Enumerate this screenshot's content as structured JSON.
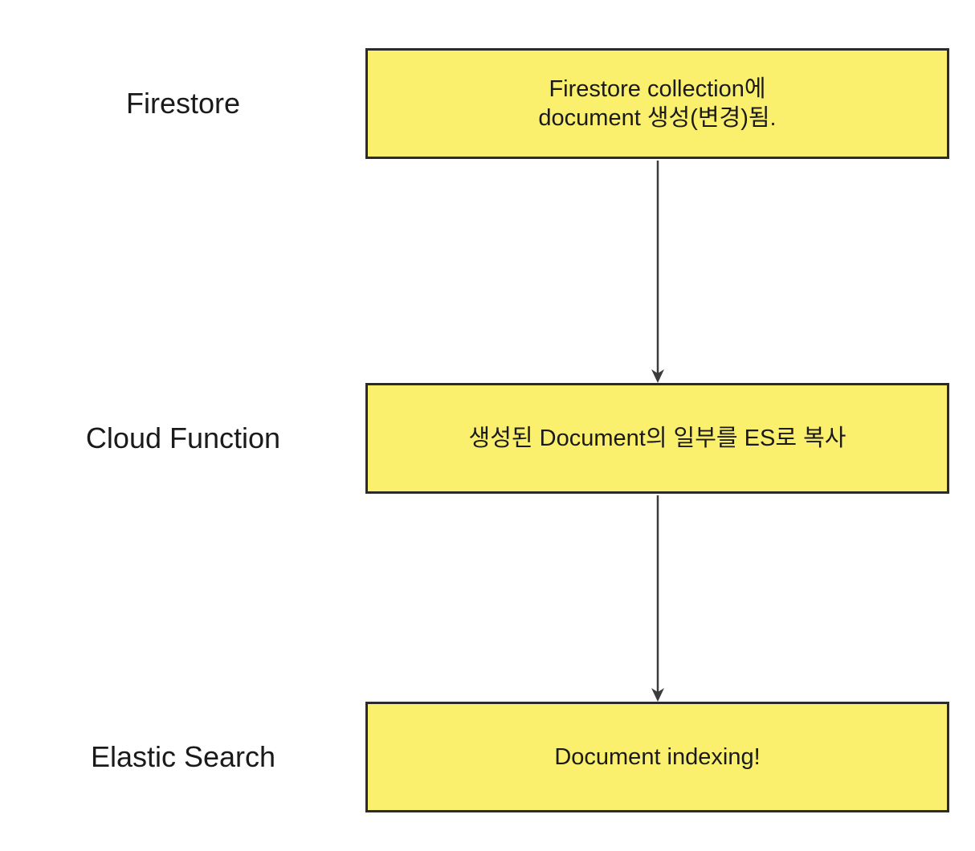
{
  "colors": {
    "background": "#FFFFFF",
    "box_fill": "#FAF06E",
    "box_border": "#2B2B2B",
    "arrow": "#3C3C3C",
    "text": "#1A1A1A"
  },
  "diagram": {
    "lanes": [
      {
        "label": "Firestore",
        "box_text": "Firestore collection에\ndocument 생성(변경)됨."
      },
      {
        "label": "Cloud Function",
        "box_text": "생성된 Document의 일부를 ES로 복사"
      },
      {
        "label": "Elastic Search",
        "box_text": "Document indexing!"
      }
    ],
    "arrows": [
      {
        "from": "Firestore",
        "to": "Cloud Function"
      },
      {
        "from": "Cloud Function",
        "to": "Elastic Search"
      }
    ]
  }
}
